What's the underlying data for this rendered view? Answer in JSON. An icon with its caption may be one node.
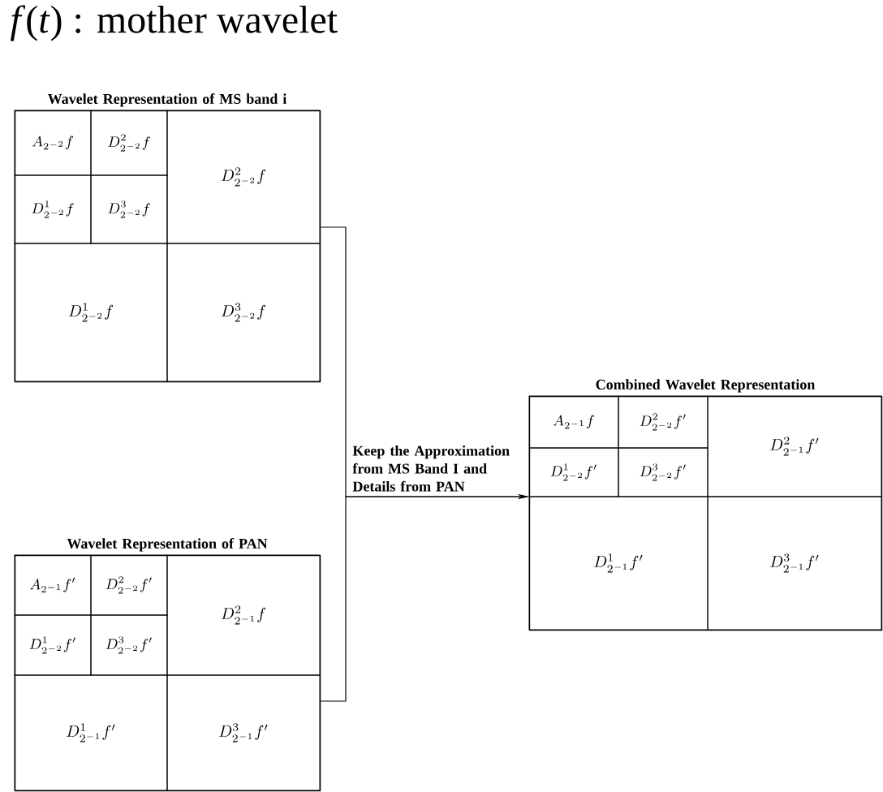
{
  "diagram": {
    "title": "*f*(*t*) : mother wavelet",
    "nodes": [
      {
        "text": [
          "Wavelet Representation of MS band i"
        ]
      },
      {
        "text": [
          "A_{2^{-2}}f"
        ],
        "in": 0
      },
      {
        "text": [
          "D_{2^{-2}}^{2}f"
        ],
        "in": 0
      },
      {
        "text": [
          "D_{2^{-2}}^{1}f"
        ],
        "in": 0
      },
      {
        "text": [
          "D_{2^{-2}}^{3}f"
        ],
        "in": 0
      },
      {
        "text": [
          "D_{2^{-2}}^{2}f"
        ],
        "in": 0
      },
      {
        "text": [
          "D_{2^{-2}}^{1}f"
        ],
        "in": 0
      },
      {
        "text": [
          "D_{2^{-2}}^{3}f"
        ],
        "in": 0
      },
      {
        "text": [
          "Wavelet Representation of PAN"
        ]
      },
      {
        "text": [
          "A_{2^{-1}}f'"
        ],
        "in": 8
      },
      {
        "text": [
          "D_{2^{-2}}^{2}f'"
        ],
        "in": 8
      },
      {
        "text": [
          "D_{2^{-2}}^{1}f'"
        ],
        "in": 8
      },
      {
        "text": [
          "D_{2^{-2}}^{3}f'"
        ],
        "in": 8
      },
      {
        "text": [
          "D_{2^{-1}}^{2}f"
        ],
        "in": 8
      },
      {
        "text": [
          "D_{2^{-1}}^{1}f'"
        ],
        "in": 8
      },
      {
        "text": [
          "D_{2^{-1}}^{3}f'"
        ],
        "in": 8
      },
      {
        "text": [
          "Combined Wavelet Representation"
        ]
      },
      {
        "text": [
          "A_{2^{-1}}f"
        ],
        "in": 16
      },
      {
        "text": [
          "D_{2^{-2}}^{2}f'"
        ],
        "in": 16
      },
      {
        "text": [
          "D_{2^{-2}}^{1}f'"
        ],
        "in": 16
      },
      {
        "text": [
          "D_{2^{-2}}^{3}f'"
        ],
        "in": 16
      },
      {
        "text": [
          "D_{2^{-1}}^{2}f'"
        ],
        "in": 16
      },
      {
        "text": [
          "D_{2^{-1}}^{1}f'"
        ],
        "in": 16
      },
      {
        "text": [
          "D_{2^{-1}}^{3}f'"
        ],
        "in": 16
      }
    ],
    "edges": [
      {
        "from": 0,
        "to": 16,
        "arrow": "to",
        "label": "Keep the Approximation from MS Band I and Details from PAN"
      },
      {
        "from": 8,
        "to": 16,
        "arrow": "to"
      }
    ]
  }
}
